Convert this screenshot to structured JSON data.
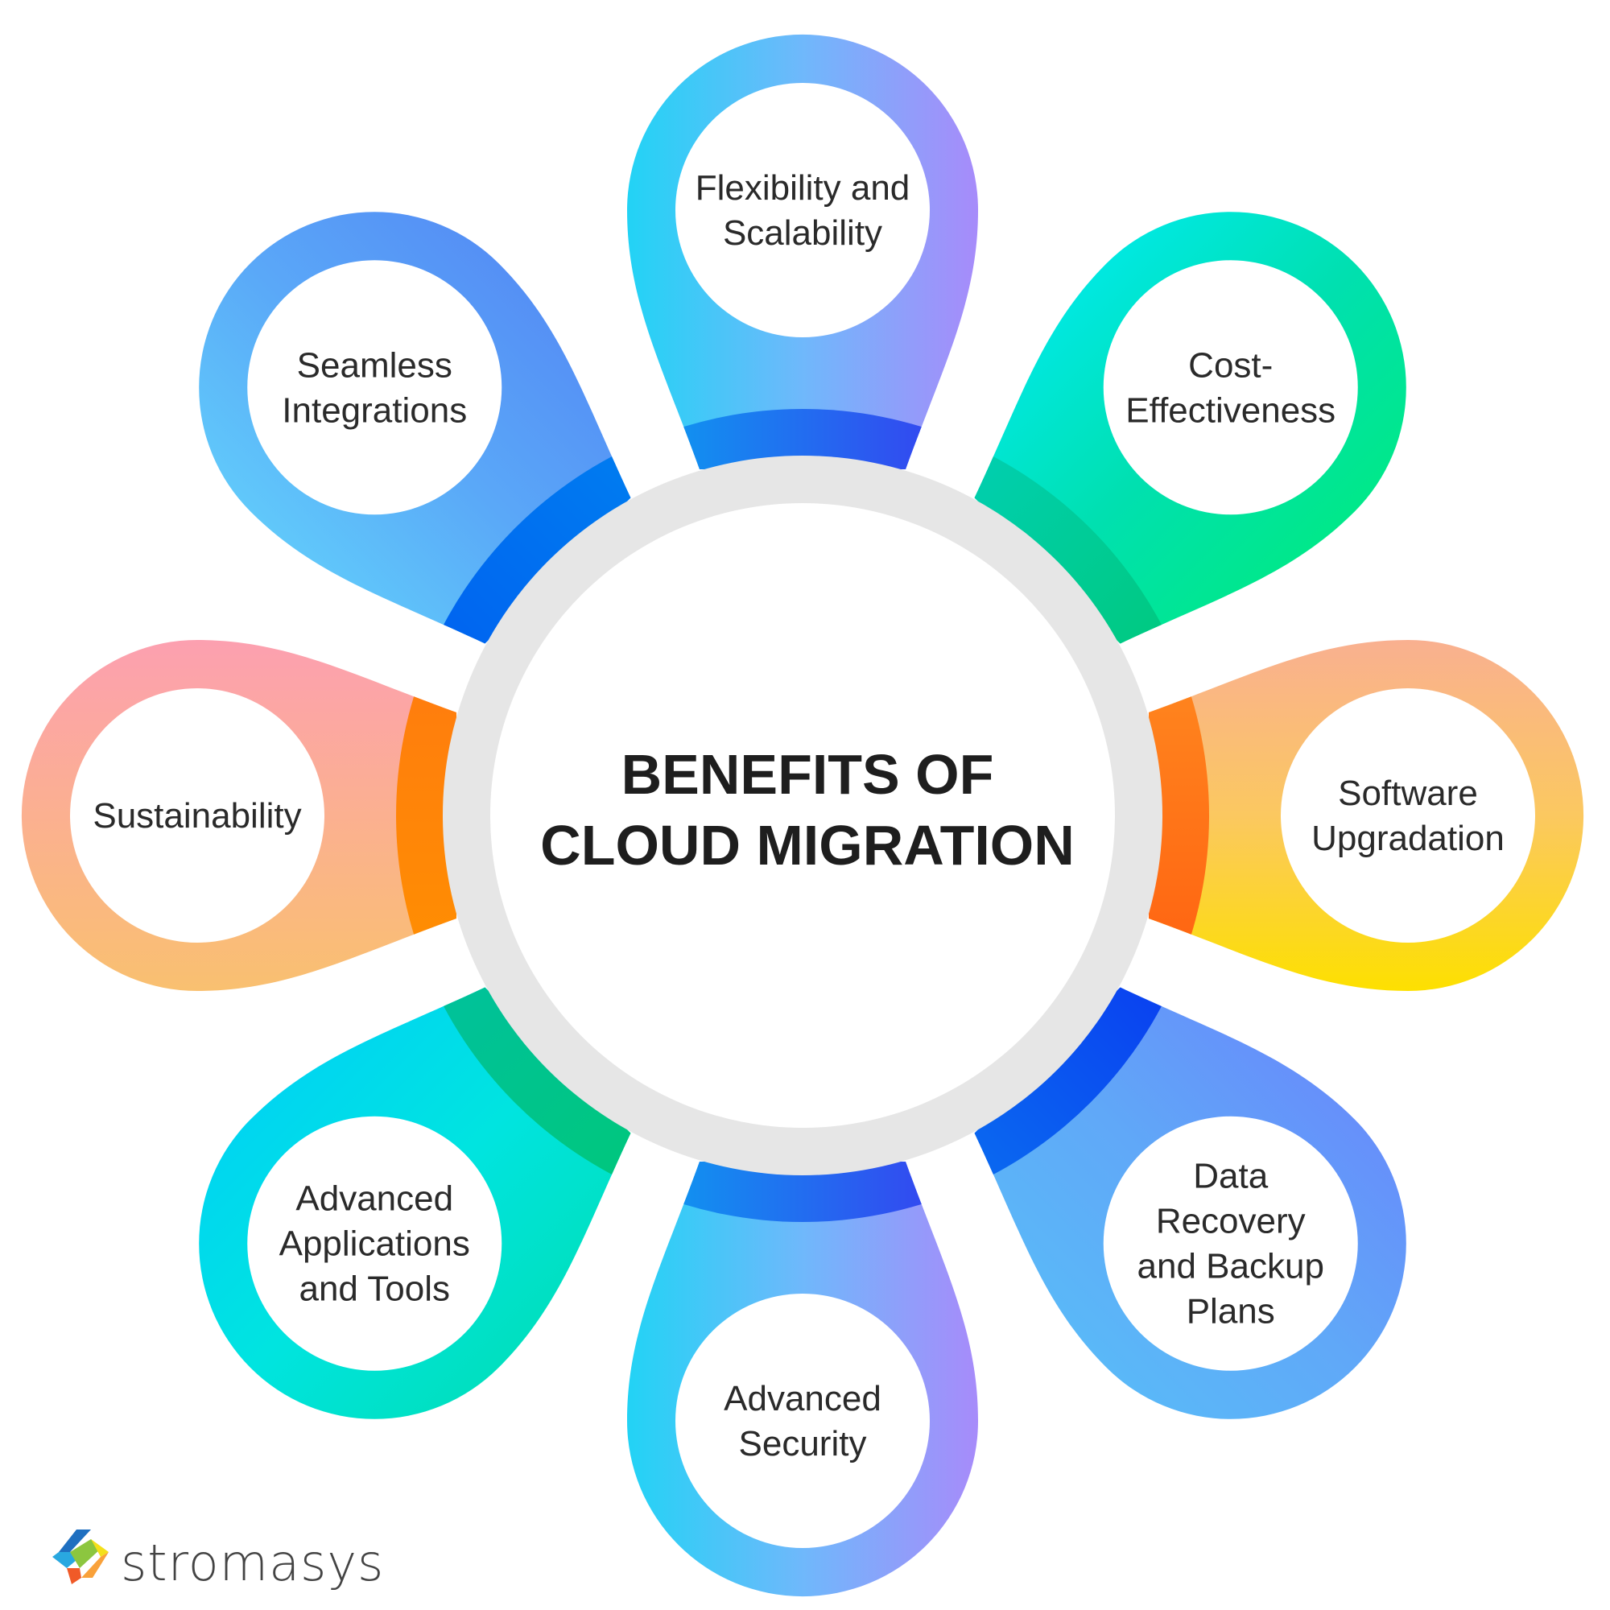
{
  "title": {
    "line1": "BENEFITS OF",
    "line2": "CLOUD MIGRATION"
  },
  "benefits": [
    {
      "lines": [
        "Flexibility and",
        "Scalability"
      ],
      "colors": [
        "#22d3f5",
        "#6fb8fb",
        "#a78bfa"
      ],
      "band": [
        "#0aa0f0",
        "#3a3af0"
      ]
    },
    {
      "lines": [
        "Cost-",
        "Effectiveness"
      ],
      "colors": [
        "#00e8e0",
        "#00e0b0",
        "#00e88a"
      ],
      "band": [
        "#00d0b8",
        "#00c878"
      ]
    },
    {
      "lines": [
        "Software",
        "Upgradation"
      ],
      "colors": [
        "#f9b090",
        "#fbc860",
        "#fde000"
      ],
      "band": [
        "#ff8a20",
        "#ff6010"
      ]
    },
    {
      "lines": [
        "Data",
        "Recovery",
        "and Backup",
        "Plans"
      ],
      "colors": [
        "#6690fa",
        "#60a8f8",
        "#5ab8f8"
      ],
      "band": [
        "#0a3af0",
        "#0a70f0"
      ]
    },
    {
      "lines": [
        "Advanced",
        "Security"
      ],
      "colors": [
        "#a78bfa",
        "#6fb8fb",
        "#22d3f5"
      ],
      "band": [
        "#3a3af0",
        "#0aa0f0"
      ]
    },
    {
      "lines": [
        "Advanced",
        "Applications",
        "and Tools"
      ],
      "colors": [
        "#00e0c0",
        "#00e4e0",
        "#00d6f0"
      ],
      "band": [
        "#00c878",
        "#00c0a0"
      ]
    },
    {
      "lines": [
        "Sustainability"
      ],
      "colors": [
        "#f9c070",
        "#fbb090",
        "#fca0b0"
      ],
      "band": [
        "#ff9000",
        "#ff7a10"
      ]
    },
    {
      "lines": [
        "Seamless",
        "Integrations"
      ],
      "colors": [
        "#60c8fa",
        "#5aa8f8",
        "#5590f5"
      ],
      "band": [
        "#0060f0",
        "#0080f0"
      ]
    }
  ],
  "brand": {
    "name": "stromasys"
  }
}
